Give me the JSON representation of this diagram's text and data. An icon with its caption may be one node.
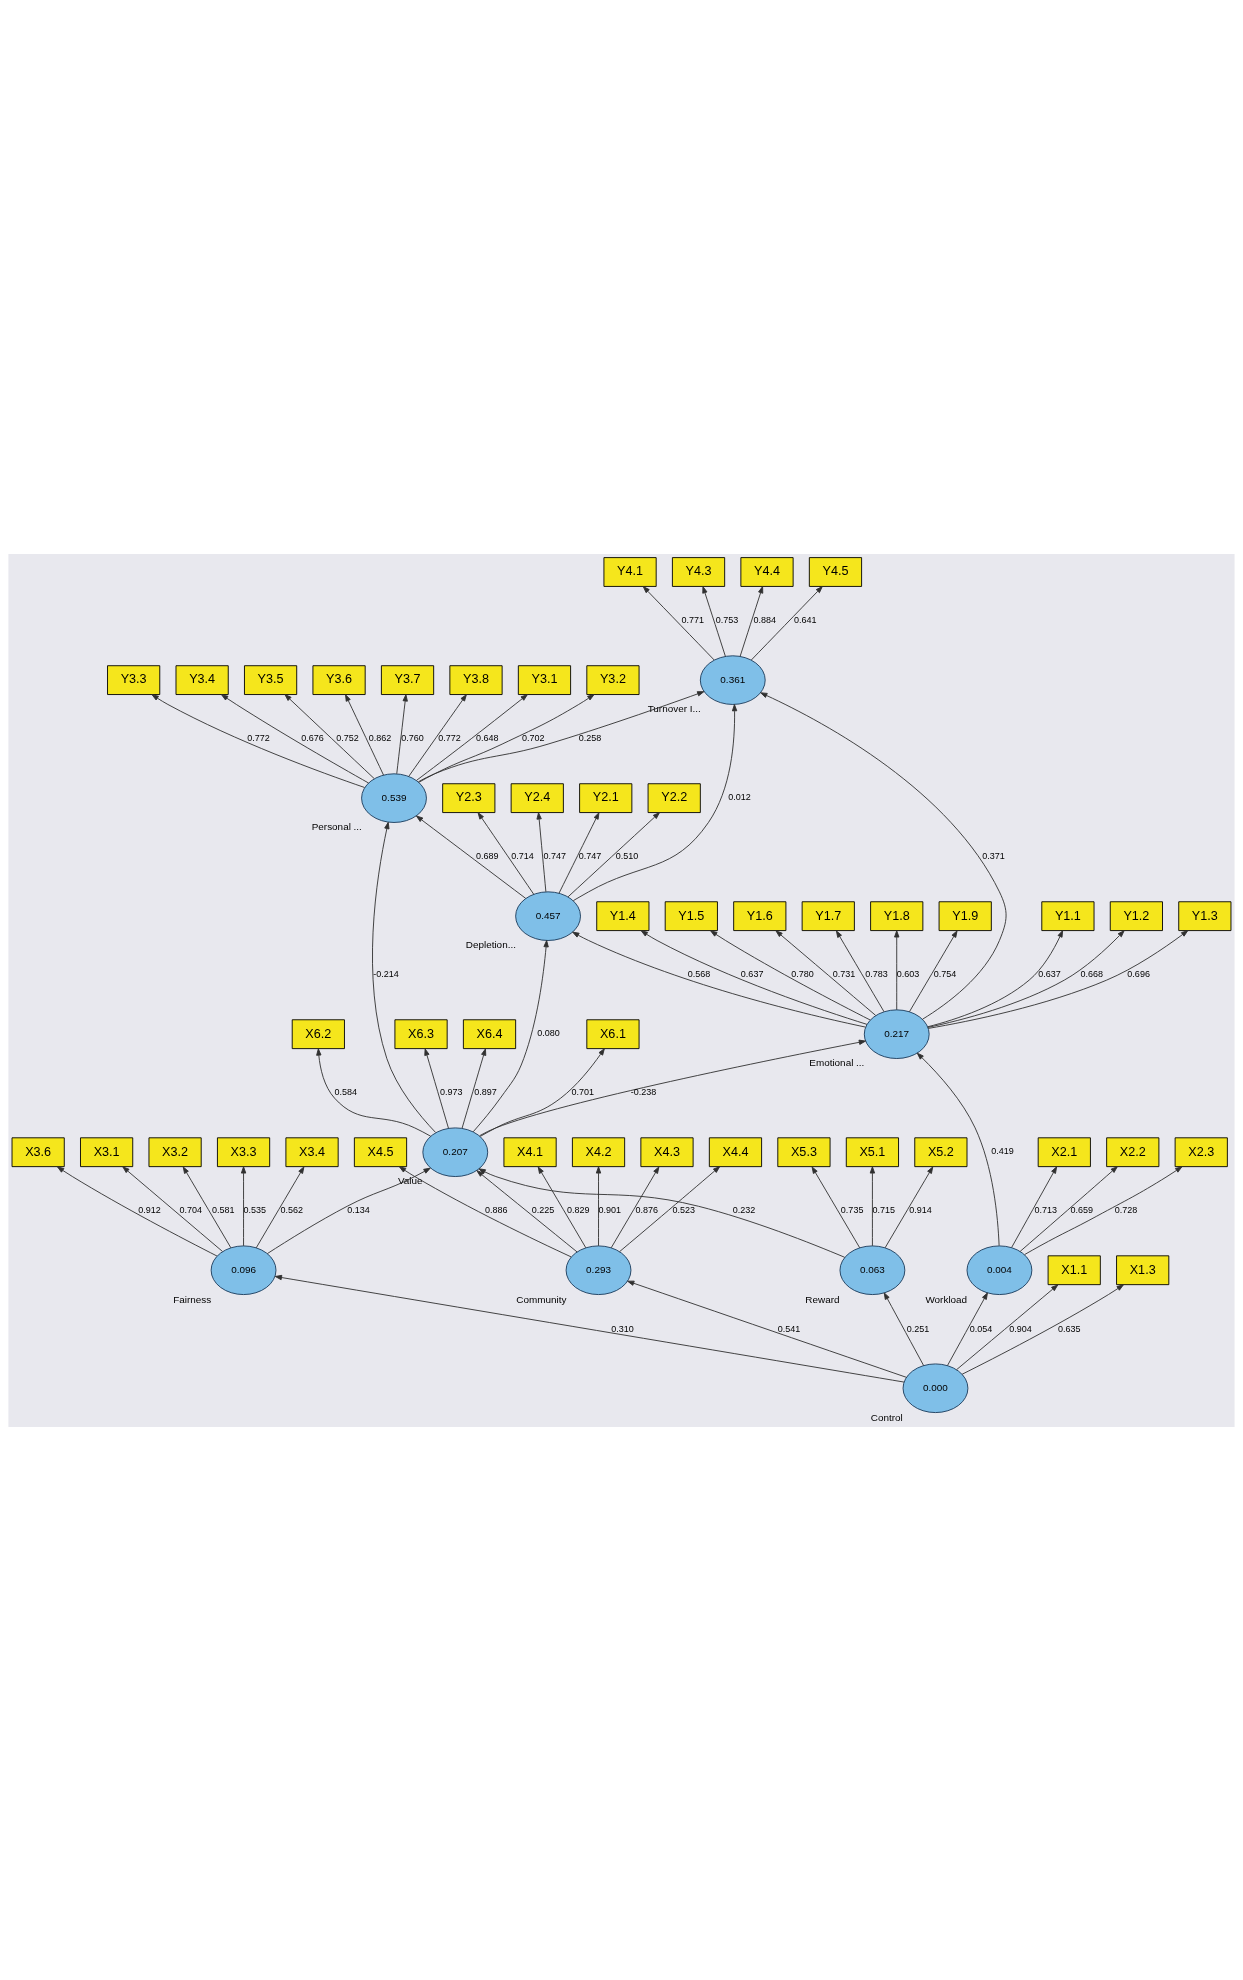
{
  "diagram": {
    "nodes": [
      {
        "text": [
          "0.000"
        ],
        "beside": [
          "Control"
        ]
      },
      {
        "text": [
          "0.004"
        ],
        "beside": [
          "Workload"
        ]
      },
      {
        "text": [
          "0.096"
        ],
        "beside": [
          "Fairness"
        ]
      },
      {
        "text": [
          "0.293"
        ],
        "beside": [
          "Community"
        ]
      },
      {
        "text": [
          "0.063"
        ],
        "beside": [
          "Reward"
        ]
      },
      {
        "text": [
          "0.207"
        ],
        "beside": [
          "Value"
        ]
      },
      {
        "text": [
          "0.217"
        ],
        "beside": [
          "Emotional ..."
        ]
      },
      {
        "text": [
          "0.457"
        ],
        "beside": [
          "Depletion..."
        ]
      },
      {
        "text": [
          "0.539"
        ],
        "beside": [
          "Personal ..."
        ]
      },
      {
        "text": [
          "0.361"
        ],
        "beside": [
          "Turnover I..."
        ]
      },
      {
        "text": [
          "X1.1"
        ]
      },
      {
        "text": [
          "X1.3"
        ]
      },
      {
        "text": [
          "X2.1"
        ]
      },
      {
        "text": [
          "X2.2"
        ]
      },
      {
        "text": [
          "X2.3"
        ]
      },
      {
        "text": [
          "X3.1"
        ]
      },
      {
        "text": [
          "X3.2"
        ]
      },
      {
        "text": [
          "X3.3"
        ]
      },
      {
        "text": [
          "X3.4"
        ]
      },
      {
        "text": [
          "X3.6"
        ]
      },
      {
        "text": [
          "X4.1"
        ]
      },
      {
        "text": [
          "X4.2"
        ]
      },
      {
        "text": [
          "X4.3"
        ]
      },
      {
        "text": [
          "X4.4"
        ]
      },
      {
        "text": [
          "X4.5"
        ]
      },
      {
        "text": [
          "X5.1"
        ]
      },
      {
        "text": [
          "X5.2"
        ]
      },
      {
        "text": [
          "X5.3"
        ]
      },
      {
        "text": [
          "X6.1"
        ]
      },
      {
        "text": [
          "X6.2"
        ]
      },
      {
        "text": [
          "X6.3"
        ]
      },
      {
        "text": [
          "X6.4"
        ]
      },
      {
        "text": [
          "Y1.1"
        ]
      },
      {
        "text": [
          "Y1.2"
        ]
      },
      {
        "text": [
          "Y1.3"
        ]
      },
      {
        "text": [
          "Y1.4"
        ]
      },
      {
        "text": [
          "Y1.5"
        ]
      },
      {
        "text": [
          "Y1.6"
        ]
      },
      {
        "text": [
          "Y1.7"
        ]
      },
      {
        "text": [
          "Y1.8"
        ]
      },
      {
        "text": [
          "Y1.9"
        ]
      },
      {
        "text": [
          "Y2.1"
        ]
      },
      {
        "text": [
          "Y2.2"
        ]
      },
      {
        "text": [
          "Y2.3"
        ]
      },
      {
        "text": [
          "Y2.4"
        ]
      },
      {
        "text": [
          "Y3.1"
        ]
      },
      {
        "text": [
          "Y3.2"
        ]
      },
      {
        "text": [
          "Y3.3"
        ]
      },
      {
        "text": [
          "Y3.4"
        ]
      },
      {
        "text": [
          "Y3.5"
        ]
      },
      {
        "text": [
          "Y3.6"
        ]
      },
      {
        "text": [
          "Y3.7"
        ]
      },
      {
        "text": [
          "Y3.8"
        ]
      },
      {
        "text": [
          "Y4.1"
        ]
      },
      {
        "text": [
          "Y4.3"
        ]
      },
      {
        "text": [
          "Y4.4"
        ]
      },
      {
        "text": [
          "Y4.5"
        ]
      }
    ],
    "edges": [
      {
        "from": 0,
        "to": 1,
        "arrow": "to",
        "label": "0.054"
      },
      {
        "from": 0,
        "to": 2,
        "arrow": "to",
        "label": "0.310"
      },
      {
        "from": 0,
        "to": 3,
        "arrow": "to",
        "label": "0.541"
      },
      {
        "from": 0,
        "to": 4,
        "arrow": "to",
        "label": "0.251"
      },
      {
        "from": 1,
        "to": 6,
        "arrow": "to",
        "label": "0.419"
      },
      {
        "from": 2,
        "to": 5,
        "arrow": "to",
        "label": "0.134"
      },
      {
        "from": 3,
        "to": 5,
        "arrow": "to",
        "label": "0.225"
      },
      {
        "from": 4,
        "to": 5,
        "arrow": "to",
        "label": "0.232"
      },
      {
        "from": 5,
        "to": 6,
        "arrow": "to",
        "label": "-0.238"
      },
      {
        "from": 5,
        "to": 7,
        "arrow": "to",
        "label": "0.080"
      },
      {
        "from": 5,
        "to": 8,
        "arrow": "to",
        "label": "-0.214"
      },
      {
        "from": 6,
        "to": 7,
        "arrow": "to",
        "label": "0.568"
      },
      {
        "from": 6,
        "to": 9,
        "arrow": "to",
        "label": "0.371"
      },
      {
        "from": 7,
        "to": 9,
        "arrow": "to",
        "label": "0.012"
      },
      {
        "from": 7,
        "to": 8,
        "arrow": "to",
        "label": "0.689"
      },
      {
        "from": 8,
        "to": 9,
        "arrow": "to",
        "label": "0.258"
      },
      {
        "from": 0,
        "to": 10,
        "arrow": "to",
        "label": "0.904"
      },
      {
        "from": 0,
        "to": 11,
        "arrow": "to",
        "label": "0.635"
      },
      {
        "from": 1,
        "to": 12,
        "arrow": "to",
        "label": "0.713"
      },
      {
        "from": 1,
        "to": 13,
        "arrow": "to",
        "label": "0.659"
      },
      {
        "from": 1,
        "to": 14,
        "arrow": "to",
        "label": "0.728"
      },
      {
        "from": 2,
        "to": 15,
        "arrow": "to",
        "label": "0.704"
      },
      {
        "from": 2,
        "to": 16,
        "arrow": "to",
        "label": "0.581"
      },
      {
        "from": 2,
        "to": 17,
        "arrow": "to",
        "label": "0.535"
      },
      {
        "from": 2,
        "to": 18,
        "arrow": "to",
        "label": "0.562"
      },
      {
        "from": 2,
        "to": 19,
        "arrow": "to",
        "label": "0.912"
      },
      {
        "from": 3,
        "to": 20,
        "arrow": "to",
        "label": "0.829"
      },
      {
        "from": 3,
        "to": 21,
        "arrow": "to",
        "label": "0.901"
      },
      {
        "from": 3,
        "to": 22,
        "arrow": "to",
        "label": "0.876"
      },
      {
        "from": 3,
        "to": 23,
        "arrow": "to",
        "label": "0.523"
      },
      {
        "from": 3,
        "to": 24,
        "arrow": "to",
        "label": "0.886"
      },
      {
        "from": 4,
        "to": 25,
        "arrow": "to",
        "label": "0.715"
      },
      {
        "from": 4,
        "to": 26,
        "arrow": "to",
        "label": "0.914"
      },
      {
        "from": 4,
        "to": 27,
        "arrow": "to",
        "label": "0.735"
      },
      {
        "from": 5,
        "to": 28,
        "arrow": "to",
        "label": "0.701"
      },
      {
        "from": 5,
        "to": 29,
        "arrow": "to",
        "label": "0.584"
      },
      {
        "from": 5,
        "to": 30,
        "arrow": "to",
        "label": "0.973"
      },
      {
        "from": 5,
        "to": 31,
        "arrow": "to",
        "label": "0.897"
      },
      {
        "from": 6,
        "to": 32,
        "arrow": "to",
        "label": "0.637"
      },
      {
        "from": 6,
        "to": 33,
        "arrow": "to",
        "label": "0.668"
      },
      {
        "from": 6,
        "to": 34,
        "arrow": "to",
        "label": "0.696"
      },
      {
        "from": 6,
        "to": 35,
        "arrow": "to",
        "label": "0.637"
      },
      {
        "from": 6,
        "to": 36,
        "arrow": "to",
        "label": "0.780"
      },
      {
        "from": 6,
        "to": 37,
        "arrow": "to",
        "label": "0.731"
      },
      {
        "from": 6,
        "to": 38,
        "arrow": "to",
        "label": "0.783"
      },
      {
        "from": 6,
        "to": 39,
        "arrow": "to",
        "label": "0.603"
      },
      {
        "from": 6,
        "to": 40,
        "arrow": "to",
        "label": "0.754"
      },
      {
        "from": 7,
        "to": 41,
        "arrow": "to",
        "label": "0.747"
      },
      {
        "from": 7,
        "to": 42,
        "arrow": "to",
        "label": "0.510"
      },
      {
        "from": 7,
        "to": 43,
        "arrow": "to",
        "label": "0.714"
      },
      {
        "from": 7,
        "to": 44,
        "arrow": "to",
        "label": "0.747"
      },
      {
        "from": 8,
        "to": 45,
        "arrow": "to",
        "label": "0.648"
      },
      {
        "from": 8,
        "to": 46,
        "arrow": "to",
        "label": "0.702"
      },
      {
        "from": 8,
        "to": 47,
        "arrow": "to",
        "label": "0.772"
      },
      {
        "from": 8,
        "to": 48,
        "arrow": "to",
        "label": "0.676"
      },
      {
        "from": 8,
        "to": 49,
        "arrow": "to",
        "label": "0.752"
      },
      {
        "from": 8,
        "to": 50,
        "arrow": "to",
        "label": "0.862"
      },
      {
        "from": 8,
        "to": 51,
        "arrow": "to",
        "label": "0.760"
      },
      {
        "from": 8,
        "to": 52,
        "arrow": "to",
        "label": "0.772"
      },
      {
        "from": 9,
        "to": 53,
        "arrow": "to",
        "label": "0.771"
      },
      {
        "from": 9,
        "to": 54,
        "arrow": "to",
        "label": "0.753"
      },
      {
        "from": 9,
        "to": 55,
        "arrow": "to",
        "label": "0.884"
      },
      {
        "from": 9,
        "to": 56,
        "arrow": "to",
        "label": "0.641"
      }
    ]
  }
}
